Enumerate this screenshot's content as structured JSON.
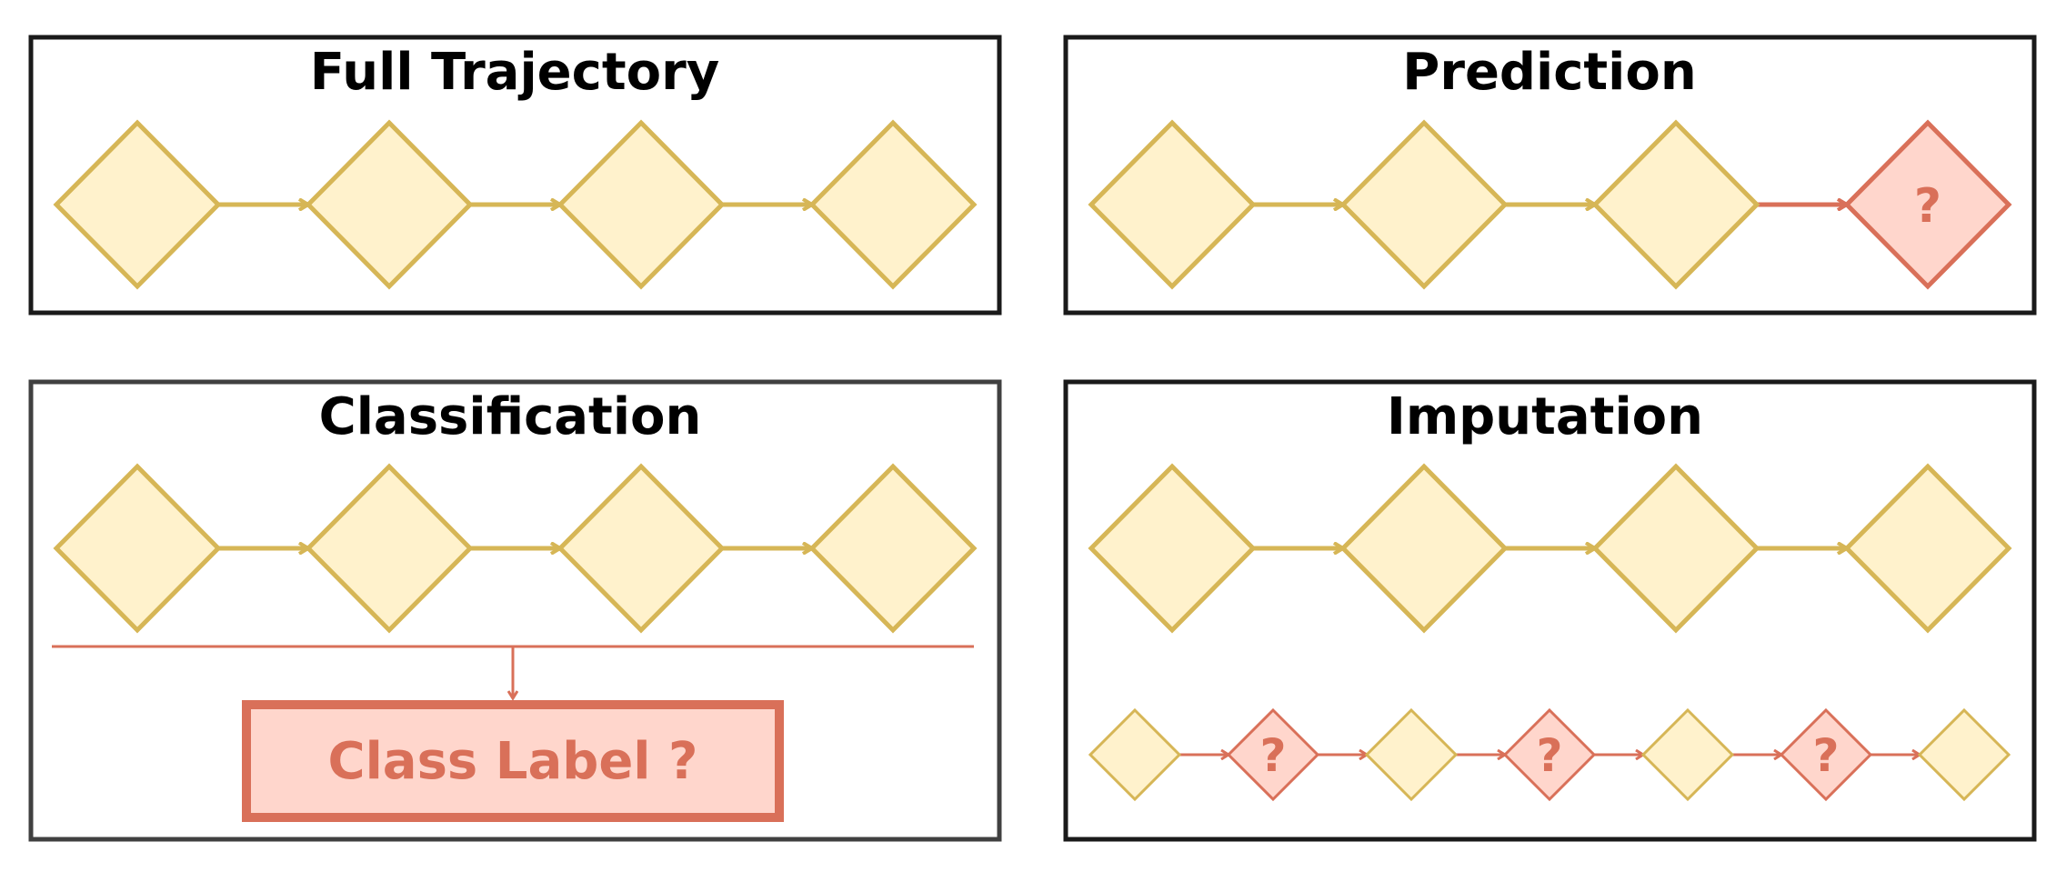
{
  "panels": {
    "full_trajectory": {
      "title": "Full Trajectory"
    },
    "prediction": {
      "title": "Prediction",
      "unknown_symbol": "?"
    },
    "classification": {
      "title": "Classification",
      "class_label": "Class Label ?"
    },
    "imputation": {
      "title": "Imputation",
      "unknown_symbol": "?"
    }
  },
  "colors": {
    "known_fill": "#FFF2CC",
    "known_stroke": "#D6B656",
    "unknown_fill": "#FFD6CC",
    "unknown_stroke": "#D97059",
    "panel_border": "#1a1a1a",
    "panel_border_alt": "#404040",
    "title_text": "#000000"
  }
}
